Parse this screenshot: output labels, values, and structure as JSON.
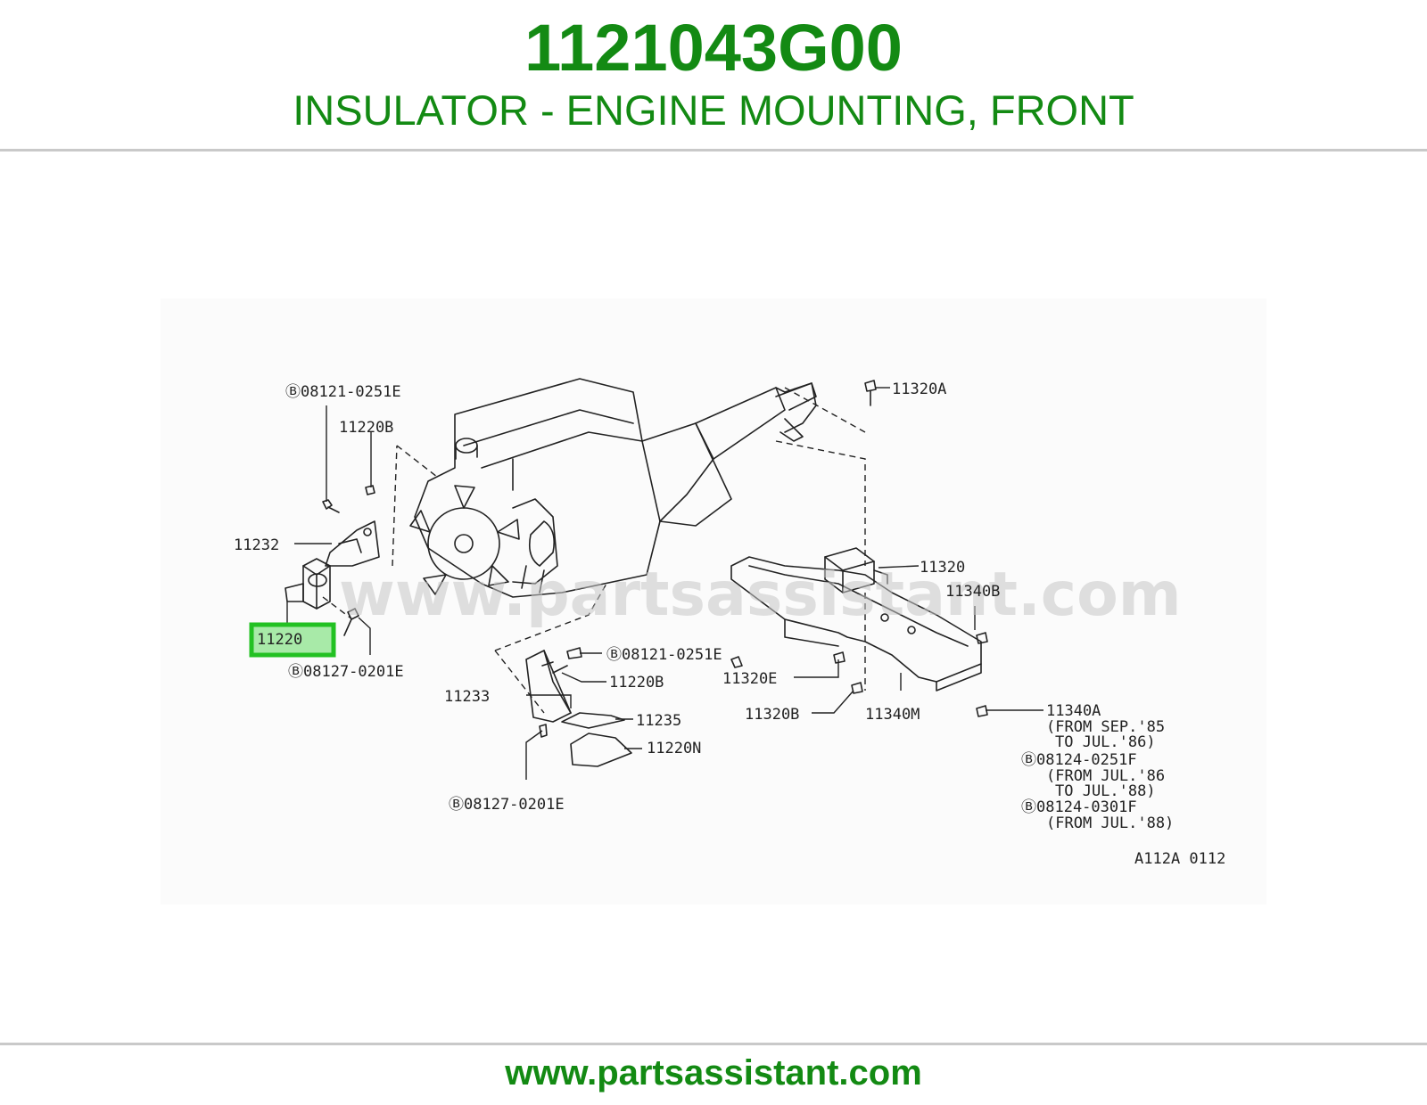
{
  "header": {
    "part_number": "1121043G00",
    "description": "INSULATOR - ENGINE MOUNTING, FRONT"
  },
  "diagram": {
    "watermark": "www.partsassistant.com",
    "diagram_code": "A112A 0112",
    "highlighted_callout": "11220",
    "callouts": [
      {
        "id": "c1",
        "text": "Ⓑ08121-0251E"
      },
      {
        "id": "c2",
        "text": "11220B"
      },
      {
        "id": "c3",
        "text": "11232"
      },
      {
        "id": "c4",
        "text": "11220"
      },
      {
        "id": "c5",
        "text": "Ⓑ08127-0201E"
      },
      {
        "id": "c6",
        "text": "11320A"
      },
      {
        "id": "c7",
        "text": "11320"
      },
      {
        "id": "c8",
        "text": "11340B"
      },
      {
        "id": "c9",
        "text": "Ⓑ08121-0251E"
      },
      {
        "id": "c10",
        "text": "11220B"
      },
      {
        "id": "c11",
        "text": "11233"
      },
      {
        "id": "c12",
        "text": "11235"
      },
      {
        "id": "c13",
        "text": "11220N"
      },
      {
        "id": "c14",
        "text": "Ⓑ08127-0201E"
      },
      {
        "id": "c15",
        "text": "11320E"
      },
      {
        "id": "c16",
        "text": "11320B"
      },
      {
        "id": "c17",
        "text": "11340M"
      },
      {
        "id": "c18",
        "text": "11340A"
      },
      {
        "id": "c19",
        "text": "(FROM SEP.'85"
      },
      {
        "id": "c20",
        "text": "TO JUL.'86)"
      },
      {
        "id": "c21",
        "text": "Ⓑ08124-0251F"
      },
      {
        "id": "c22",
        "text": "(FROM JUL.'86"
      },
      {
        "id": "c23",
        "text": "TO JUL.'88)"
      },
      {
        "id": "c24",
        "text": "Ⓑ08124-0301F"
      },
      {
        "id": "c25",
        "text": "(FROM JUL.'88)"
      }
    ],
    "highlight_color": "#22c122",
    "highlight_fill": "#a8eaa8"
  },
  "footer": {
    "url": "www.partsassistant.com"
  }
}
